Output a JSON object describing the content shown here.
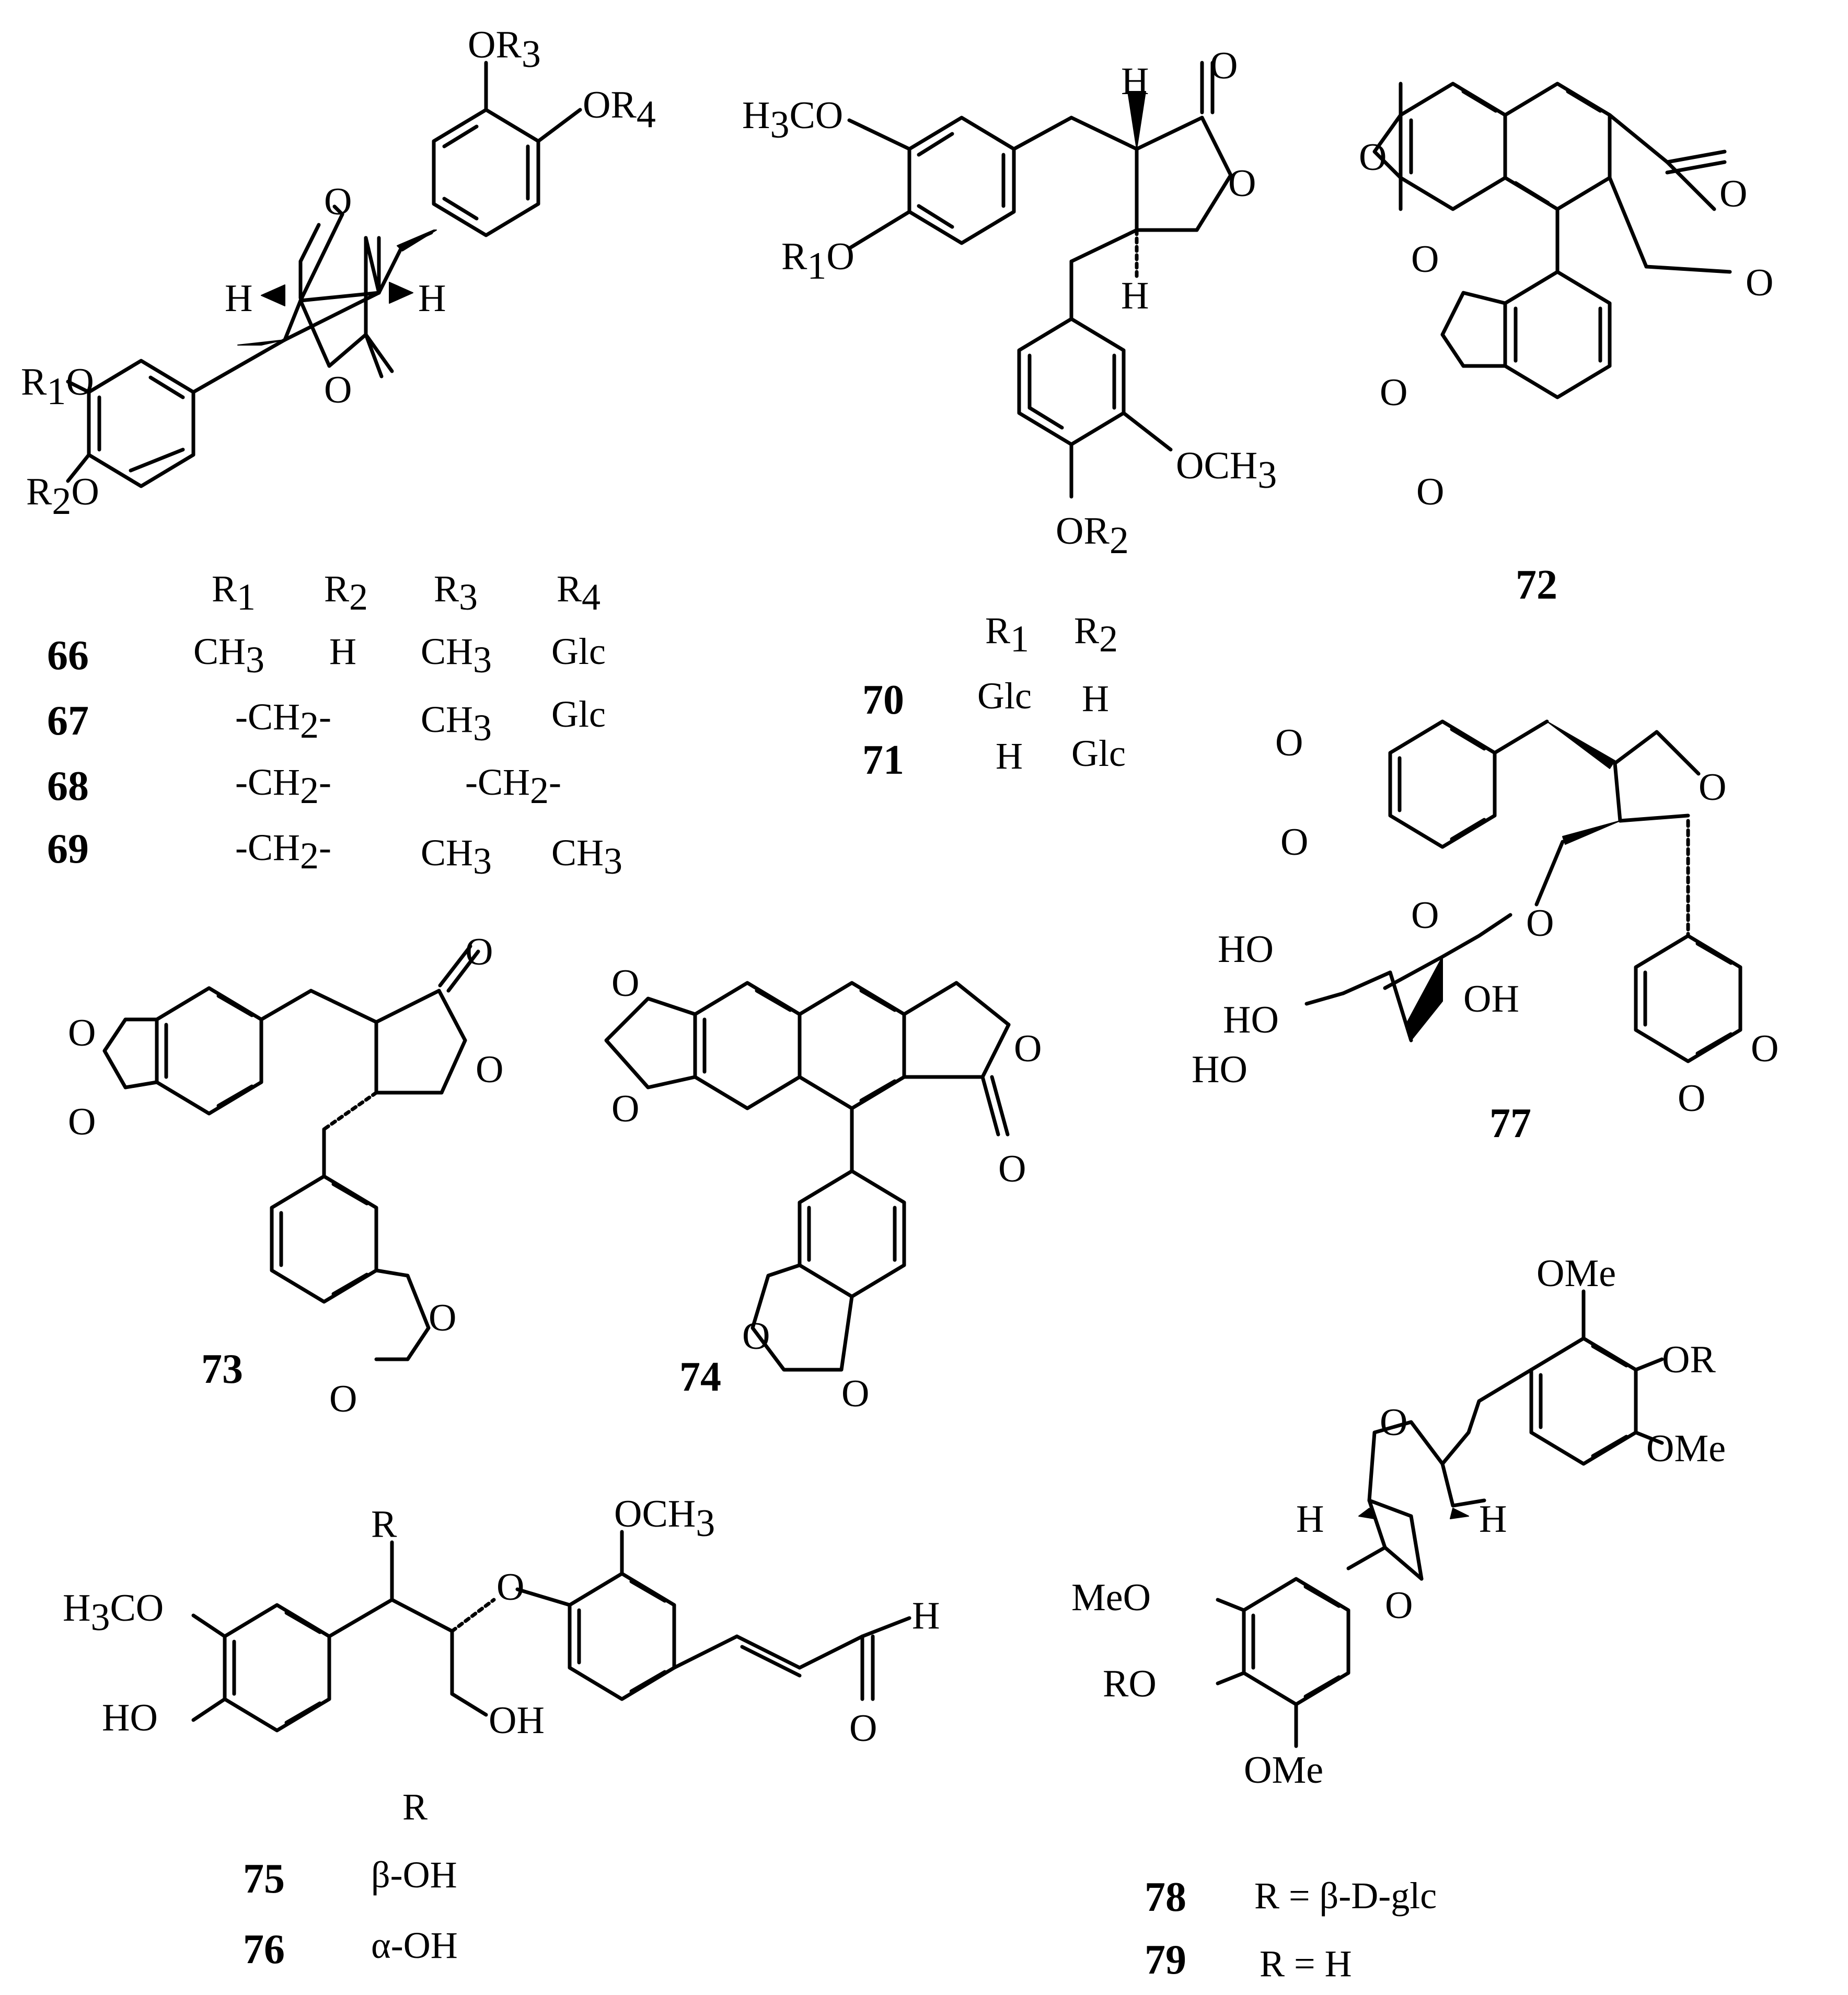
{
  "figure": {
    "compounds": [
      {
        "id": "66"
      },
      {
        "id": "67"
      },
      {
        "id": "68"
      },
      {
        "id": "69"
      },
      {
        "id": "70"
      },
      {
        "id": "71"
      },
      {
        "id": "72"
      },
      {
        "id": "73"
      },
      {
        "id": "74"
      },
      {
        "id": "75"
      },
      {
        "id": "76"
      },
      {
        "id": "77"
      },
      {
        "id": "78"
      },
      {
        "id": "79"
      }
    ],
    "table_66_69": {
      "headers": [
        "R",
        "R",
        "R",
        "R"
      ],
      "header_subs": [
        "1",
        "2",
        "3",
        "4"
      ],
      "rows": [
        {
          "id": "66",
          "r1": "CH",
          "r1_sub": "3",
          "r2": "H",
          "r3": "CH",
          "r3_sub": "3",
          "r4": "Glc"
        },
        {
          "id": "67",
          "r12": "-CH",
          "r12_sub": "2",
          "r12_end": "-",
          "r3": "CH",
          "r3_sub": "3",
          "r4": "Glc"
        },
        {
          "id": "68",
          "r12": "-CH",
          "r12_sub": "2",
          "r12_end": "-",
          "r34": "-CH",
          "r34_sub": "2",
          "r34_end": "-"
        },
        {
          "id": "69",
          "r12": "-CH",
          "r12_sub": "2",
          "r12_end": "-",
          "r3": "CH",
          "r3_sub": "3",
          "r4": "CH",
          "r4_sub": "3"
        }
      ]
    },
    "table_70_71": {
      "headers": [
        "R",
        "R"
      ],
      "header_subs": [
        "1",
        "2"
      ],
      "rows": [
        {
          "id": "70",
          "r1": "Glc",
          "r2": "H"
        },
        {
          "id": "71",
          "r1": "H",
          "r2": "Glc"
        }
      ]
    },
    "table_75_76": {
      "header": "R",
      "rows": [
        {
          "id": "75",
          "r": "β-OH"
        },
        {
          "id": "76",
          "r": "α-OH"
        }
      ]
    },
    "table_78_79": {
      "rows": [
        {
          "id": "78",
          "r": "R = β-D-glc"
        },
        {
          "id": "79",
          "r": "R = H"
        }
      ]
    },
    "atoms": {
      "O": "O",
      "H": "H",
      "R": "R",
      "OR": "OR",
      "OH": "OH",
      "HO": "HO",
      "OMe": "OMe",
      "MeO": "MeO",
      "RO": "RO",
      "OCH": "OCH",
      "H3CO_H": "H",
      "H3CO_CO": "CO",
      "sub1": "1",
      "sub2": "2",
      "sub3": "3",
      "sub4": "4"
    }
  }
}
